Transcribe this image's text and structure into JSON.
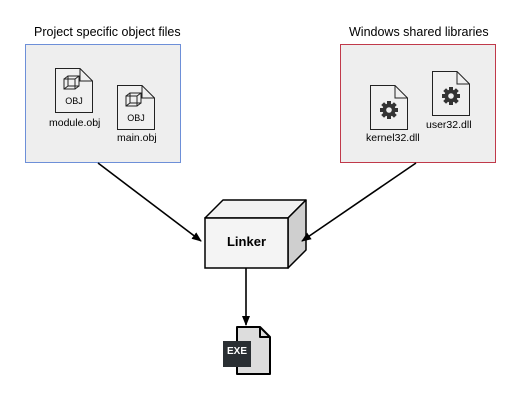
{
  "project_group": {
    "title": "Project specific object files",
    "files": [
      {
        "label": "module.obj",
        "badge": "OBJ",
        "icon": "obj-file-icon"
      },
      {
        "label": "main.obj",
        "badge": "OBJ",
        "icon": "obj-file-icon"
      }
    ],
    "border_color": "#6d8fd8"
  },
  "windows_group": {
    "title": "Windows shared libraries",
    "files": [
      {
        "label": "kernel32.dll",
        "icon": "gear-file-icon"
      },
      {
        "label": "user32.dll",
        "icon": "gear-file-icon"
      }
    ],
    "border_color": "#c0394a"
  },
  "linker": {
    "label": "Linker"
  },
  "output": {
    "badge": "EXE",
    "icon": "exe-file-icon"
  }
}
